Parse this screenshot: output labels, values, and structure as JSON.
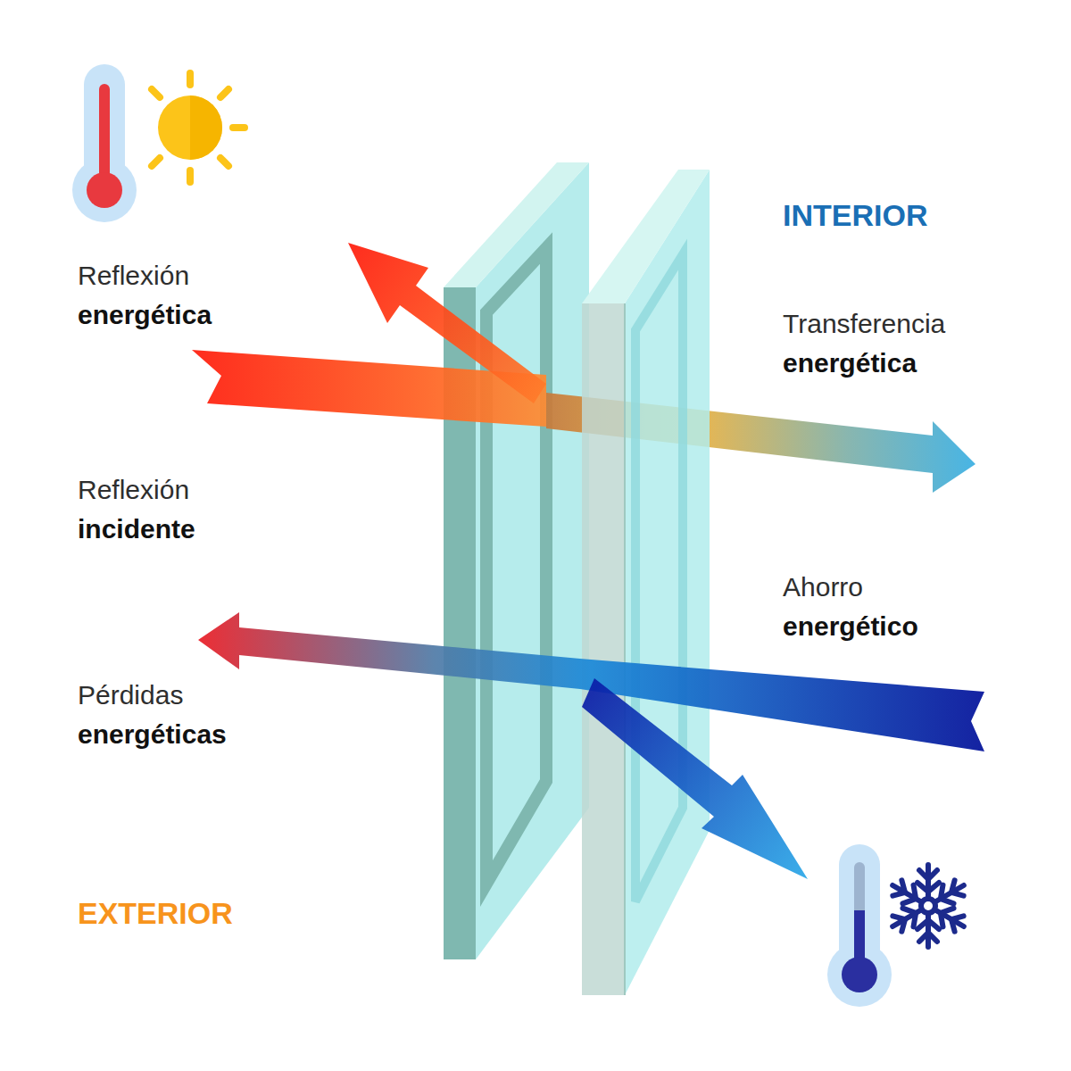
{
  "diagram": {
    "labels": [
      "INTERIOR",
      "Reflexión",
      "energética",
      "Transferencia",
      "energética",
      "Reflexión",
      "incidente",
      "Ahorro",
      "energético",
      "Pérdidas",
      "energéticas",
      "EXTERIOR"
    ]
  }
}
